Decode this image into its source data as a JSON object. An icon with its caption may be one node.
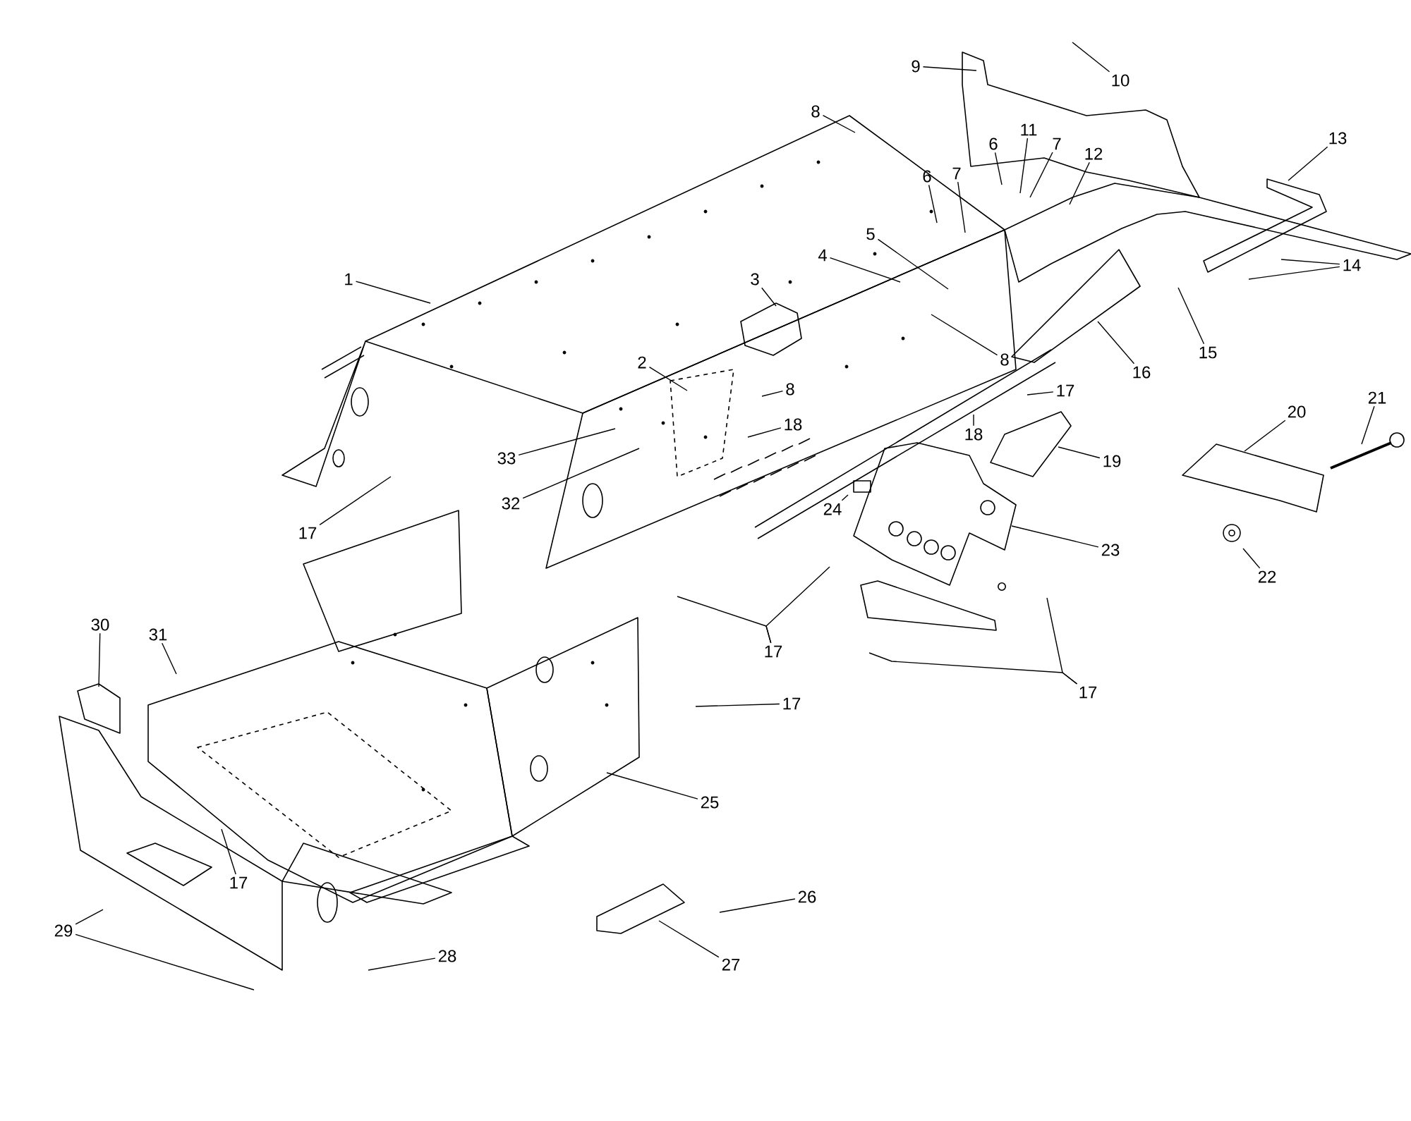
{
  "diagram": {
    "nodes": [
      {
        "text": [
          "9"
        ]
      },
      {
        "text": [
          "10"
        ]
      },
      {
        "text": [
          "8"
        ]
      },
      {
        "text": [
          "11"
        ]
      },
      {
        "text": [
          "6"
        ]
      },
      {
        "text": [
          "7"
        ]
      },
      {
        "text": [
          "13"
        ]
      },
      {
        "text": [
          "12"
        ]
      },
      {
        "text": [
          "6"
        ]
      },
      {
        "text": [
          "7"
        ]
      },
      {
        "text": [
          "5"
        ]
      },
      {
        "text": [
          "4"
        ]
      },
      {
        "text": [
          "14"
        ]
      },
      {
        "text": [
          "1"
        ]
      },
      {
        "text": [
          "3"
        ]
      },
      {
        "text": [
          "15"
        ]
      },
      {
        "text": [
          "2"
        ]
      },
      {
        "text": [
          "8"
        ]
      },
      {
        "text": [
          "16"
        ]
      },
      {
        "text": [
          "8"
        ]
      },
      {
        "text": [
          "17"
        ]
      },
      {
        "text": [
          "21"
        ]
      },
      {
        "text": [
          "20"
        ]
      },
      {
        "text": [
          "18"
        ]
      },
      {
        "text": [
          "18"
        ]
      },
      {
        "text": [
          "33"
        ]
      },
      {
        "text": [
          "19"
        ]
      },
      {
        "text": [
          "32"
        ]
      },
      {
        "text": [
          "24"
        ]
      },
      {
        "text": [
          "17"
        ]
      },
      {
        "text": [
          "23"
        ]
      },
      {
        "text": [
          "22"
        ]
      },
      {
        "text": [
          "30"
        ]
      },
      {
        "text": [
          "31"
        ]
      },
      {
        "text": [
          "17"
        ]
      },
      {
        "text": [
          "17"
        ]
      },
      {
        "text": [
          "17"
        ]
      },
      {
        "text": [
          "25"
        ]
      },
      {
        "text": [
          "17"
        ]
      },
      {
        "text": [
          "26"
        ]
      },
      {
        "text": [
          "29"
        ]
      },
      {
        "text": [
          "28"
        ]
      },
      {
        "text": [
          "27"
        ]
      }
    ],
    "edges": [
      {
        "from": 0,
        "to": null,
        "arrow": "none"
      },
      {
        "from": 1,
        "to": null,
        "arrow": "none"
      },
      {
        "from": 2,
        "to": null,
        "arrow": "none"
      },
      {
        "from": 3,
        "to": null,
        "arrow": "none"
      },
      {
        "from": 4,
        "to": null,
        "arrow": "none"
      },
      {
        "from": 5,
        "to": null,
        "arrow": "none"
      },
      {
        "from": 6,
        "to": null,
        "arrow": "none"
      },
      {
        "from": 7,
        "to": null,
        "arrow": "none"
      },
      {
        "from": 8,
        "to": null,
        "arrow": "none"
      },
      {
        "from": 9,
        "to": null,
        "arrow": "none"
      },
      {
        "from": 10,
        "to": null,
        "arrow": "none"
      },
      {
        "from": 11,
        "to": null,
        "arrow": "none"
      },
      {
        "from": 12,
        "to": null,
        "arrow": "none"
      },
      {
        "from": 12,
        "to": null,
        "arrow": "none"
      },
      {
        "from": 13,
        "to": null,
        "arrow": "none"
      },
      {
        "from": 14,
        "to": null,
        "arrow": "none"
      },
      {
        "from": 15,
        "to": null,
        "arrow": "none"
      },
      {
        "from": 16,
        "to": null,
        "arrow": "none"
      },
      {
        "from": 17,
        "to": null,
        "arrow": "none"
      },
      {
        "from": 18,
        "to": null,
        "arrow": "none"
      },
      {
        "from": 19,
        "to": null,
        "arrow": "none"
      },
      {
        "from": 20,
        "to": null,
        "arrow": "none"
      },
      {
        "from": 21,
        "to": null,
        "arrow": "none"
      },
      {
        "from": 22,
        "to": null,
        "arrow": "none"
      },
      {
        "from": 23,
        "to": null,
        "arrow": "none"
      },
      {
        "from": 24,
        "to": null,
        "arrow": "none"
      },
      {
        "from": 25,
        "to": null,
        "arrow": "none"
      },
      {
        "from": 26,
        "to": null,
        "arrow": "none"
      },
      {
        "from": 27,
        "to": null,
        "arrow": "none"
      },
      {
        "from": 28,
        "to": null,
        "arrow": "none"
      },
      {
        "from": 29,
        "to": null,
        "arrow": "none"
      },
      {
        "from": 30,
        "to": null,
        "arrow": "none"
      },
      {
        "from": 31,
        "to": null,
        "arrow": "none"
      },
      {
        "from": 32,
        "to": null,
        "arrow": "none"
      },
      {
        "from": 33,
        "to": null,
        "arrow": "none"
      },
      {
        "from": 34,
        "to": null,
        "arrow": "none"
      },
      {
        "from": 34,
        "to": null,
        "arrow": "none"
      },
      {
        "from": 35,
        "to": null,
        "arrow": "none"
      },
      {
        "from": 35,
        "to": null,
        "arrow": "none"
      },
      {
        "from": 36,
        "to": null,
        "arrow": "none"
      },
      {
        "from": 37,
        "to": null,
        "arrow": "none"
      },
      {
        "from": 38,
        "to": null,
        "arrow": "none"
      },
      {
        "from": 39,
        "to": null,
        "arrow": "none"
      },
      {
        "from": 40,
        "to": null,
        "arrow": "none"
      },
      {
        "from": 40,
        "to": null,
        "arrow": "none"
      },
      {
        "from": 41,
        "to": null,
        "arrow": "none"
      },
      {
        "from": 42,
        "to": null,
        "arrow": "none"
      }
    ]
  }
}
